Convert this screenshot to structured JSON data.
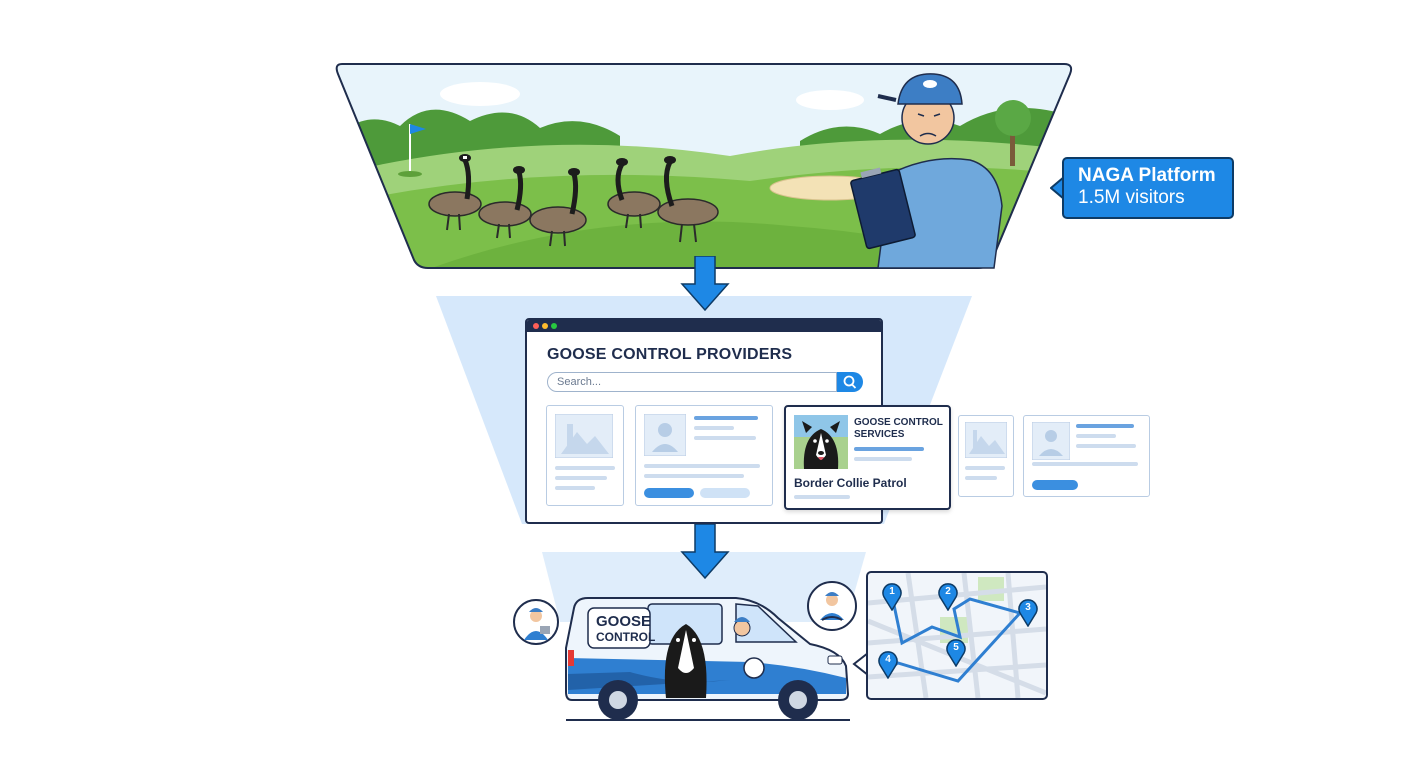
{
  "callout": {
    "title": "NAGA Platform",
    "subtitle": "1.5M visitors"
  },
  "directory": {
    "heading": "GOOSE CONTROL PROVIDERS",
    "search_placeholder": "Search...",
    "featured_category": "GOOSE CONTROL SERVICES",
    "featured_name": "Border Collie Patrol"
  },
  "van": {
    "line1": "GOOSE",
    "line2": "CONTROL"
  },
  "map": {
    "pins": [
      "1",
      "2",
      "3",
      "4",
      "5"
    ]
  },
  "icons": [
    "down-arrow-icon",
    "search-icon",
    "image-placeholder-icon",
    "user-placeholder-icon",
    "map-pin-icon"
  ],
  "colors": {
    "accent": "#1e88e5",
    "navy": "#1f2d4d",
    "funnel": "#cfe4fa",
    "grass": "#7cbf4a"
  }
}
